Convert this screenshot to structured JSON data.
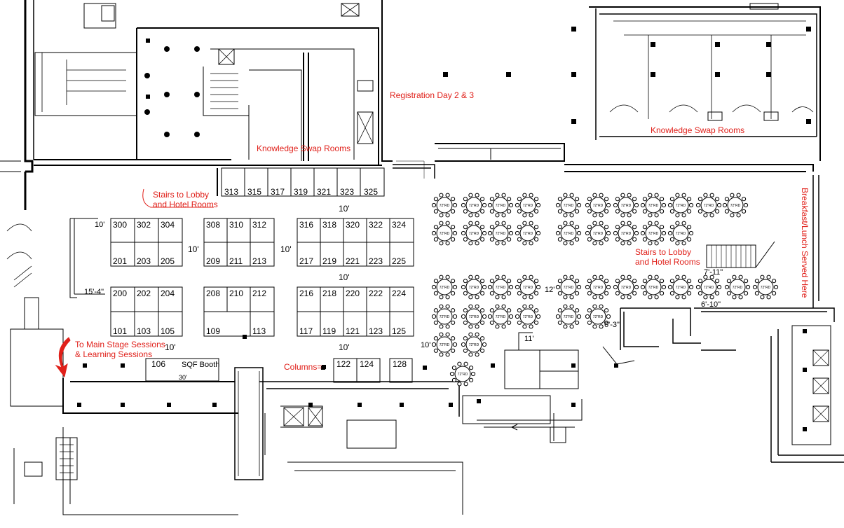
{
  "labels": {
    "registration": "Registration Day 2 & 3",
    "knowledge_swap_left": "Knowledge Swap Rooms",
    "knowledge_swap_right": "Knowledge Swap Rooms",
    "stairs_left_1": "Stairs to Lobby",
    "stairs_left_2": "and Hotel Rooms",
    "stairs_right_1": "Stairs to Lobby",
    "stairs_right_2": "and Hotel Rooms",
    "breakfast": "Breakfast/Lunch Served Here",
    "main_stage_1": "To Main Stage Sessions",
    "main_stage_2": "& Learning Sessions",
    "columns": "Columns=",
    "sqf_booth": "SQF Booth"
  },
  "booths": {
    "row_top": [
      "313",
      "315",
      "317",
      "319",
      "321",
      "323",
      "325"
    ],
    "block1_top": [
      "300",
      "302",
      "304"
    ],
    "block1_bot": [
      "201",
      "203",
      "205"
    ],
    "block2_top": [
      "308",
      "310",
      "312"
    ],
    "block2_bot": [
      "209",
      "211",
      "213"
    ],
    "block3_top": [
      "316",
      "318",
      "320",
      "322",
      "324"
    ],
    "block3_bot": [
      "217",
      "219",
      "221",
      "223",
      "225"
    ],
    "block4_top": [
      "200",
      "202",
      "204"
    ],
    "block4_bot": [
      "101",
      "103",
      "105"
    ],
    "block5_top": [
      "208",
      "210",
      "212"
    ],
    "block5_bot": [
      "109",
      "113"
    ],
    "block6_top": [
      "216",
      "218",
      "220",
      "222",
      "224"
    ],
    "block6_bot": [
      "117",
      "119",
      "121",
      "123",
      "125"
    ],
    "bottom_row": [
      "106",
      "122",
      "124",
      "128"
    ]
  },
  "dimensions": {
    "d_10_top": "10'",
    "d_10_a": "10'",
    "d_10_b": "10'",
    "d_10_c": "10'",
    "d_10_d": "10'",
    "d_10_e": "10'",
    "d_10_left": "10'",
    "d_15_4": "15'-4\"",
    "d_30": "30'",
    "d_12": "12'",
    "d_11": "11'",
    "d_10_tables": "10'",
    "d_7_11": "7'-11\"",
    "d_6_10": "6'-10\"",
    "d_6_3": "6'-3\""
  },
  "tables": {
    "count": 44,
    "label": "72\"RD"
  }
}
